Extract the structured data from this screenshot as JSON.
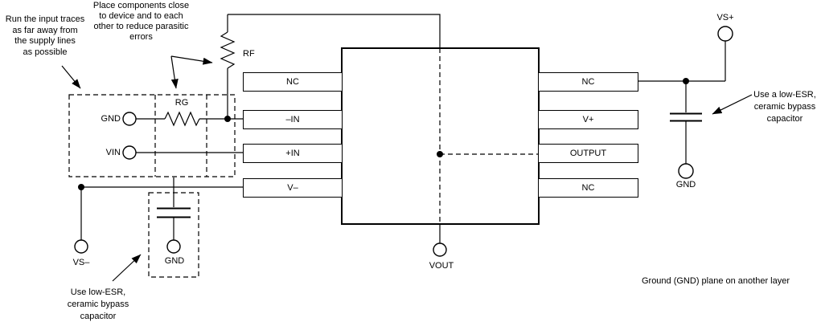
{
  "diagram": {
    "annotations": {
      "input_traces": "Run the input traces\nas far away from\nthe supply lines\nas possible",
      "place_components": "Place components close\nto device and to each\nother to reduce parasitic\nerrors",
      "bypass_right": "Use a low-ESR,\nceramic bypass\ncapacitor",
      "bypass_left": "Use low-ESR,\nceramic bypass\ncapacitor",
      "ground_plane": "Ground (GND) plane on another layer"
    },
    "components": {
      "rf": "RF",
      "rg": "RG"
    },
    "terminals": {
      "gnd_input": "GND",
      "vin": "VIN",
      "vs_minus": "VS–",
      "gnd_box": "GND",
      "vout": "VOUT",
      "vs_plus": "VS+",
      "gnd_right": "GND"
    },
    "ic": {
      "left_pins": [
        "NC",
        "–IN",
        "+IN",
        "V–"
      ],
      "right_pins": [
        "NC",
        "V+",
        "OUTPUT",
        "NC"
      ]
    },
    "colors": {
      "line": "#000000",
      "background": "#ffffff"
    }
  }
}
